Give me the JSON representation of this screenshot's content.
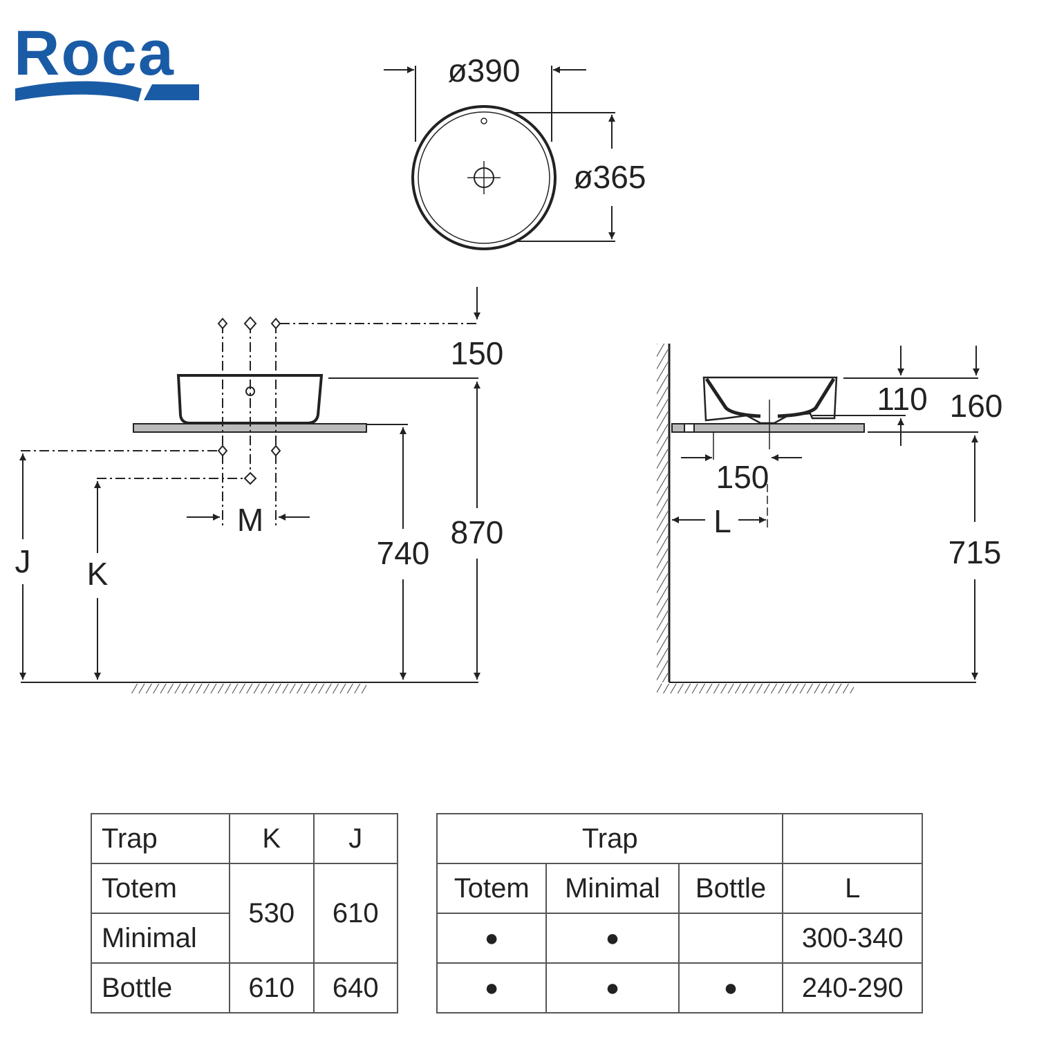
{
  "logo": {
    "text": "Roca",
    "color": "#1a5ba6"
  },
  "top_view": {
    "outer_diameter": "ø390",
    "inner_diameter": "ø365"
  },
  "front_view": {
    "dim_150": "150",
    "dim_870": "870",
    "dim_740": "740",
    "label_j": "J",
    "label_k": "K",
    "label_m": "M"
  },
  "side_view": {
    "dim_110": "110",
    "dim_160": "160",
    "dim_150": "150",
    "label_l": "L",
    "dim_715": "715"
  },
  "table_kj": {
    "headers": [
      "Trap",
      "K",
      "J"
    ],
    "rows": [
      {
        "trap": "Totem"
      },
      {
        "trap": "Minimal"
      },
      {
        "trap": "Bottle",
        "k": "610",
        "j": "640"
      }
    ],
    "merged_k": "530",
    "merged_j": "610"
  },
  "table_l": {
    "header_trap": "Trap",
    "subheaders": [
      "Totem",
      "Minimal",
      "Bottle",
      "L"
    ],
    "rows": [
      {
        "totem": "●",
        "minimal": "●",
        "bottle": "",
        "l": "300-340"
      },
      {
        "totem": "●",
        "minimal": "●",
        "bottle": "●",
        "l": "240-290"
      }
    ]
  }
}
